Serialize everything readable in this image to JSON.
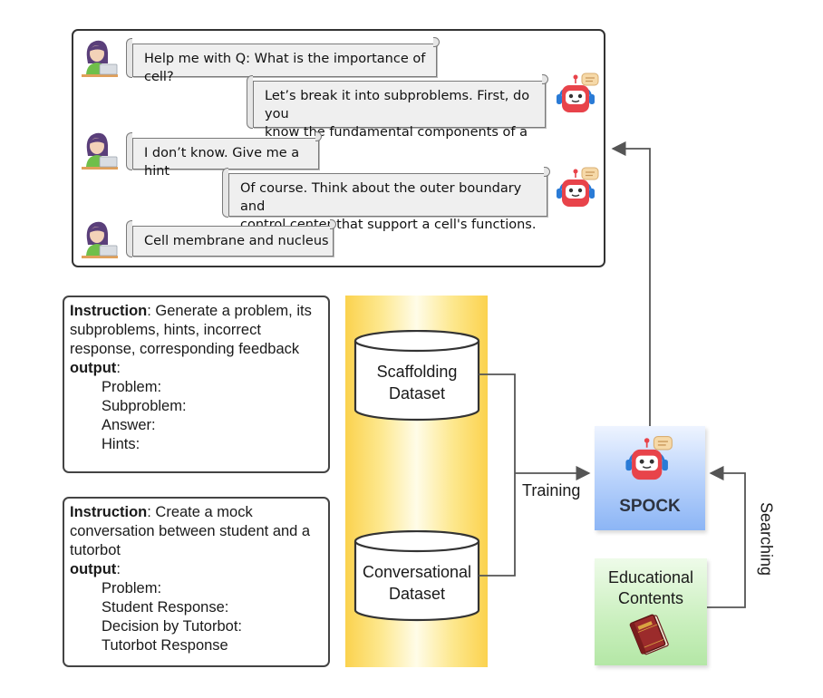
{
  "chat": {
    "messages": [
      {
        "speaker": "student",
        "text": "Help me with Q: What is the importance of cell?"
      },
      {
        "speaker": "tutorbot",
        "line1": "Let’s break it into subproblems. First, do you",
        "line2": "know the fundamental components of a cell?"
      },
      {
        "speaker": "student",
        "text": "I don’t know. Give me a hint"
      },
      {
        "speaker": "tutorbot",
        "line1": "Of course. Think about the outer boundary and",
        "line2": "control center that support a cell's functions."
      },
      {
        "speaker": "student",
        "text": "Cell membrane and nucleus"
      }
    ]
  },
  "instruction_scaffolding": {
    "instruction_key": "Instruction",
    "instruction_text": ": Generate a problem, its",
    "instruction_line2": "subproblems, hints, incorrect",
    "instruction_line3": "response, corresponding feedback",
    "output_key": "output",
    "output_colon": ":",
    "fields": [
      "Problem:",
      "Subproblem:",
      "Answer:",
      "Hints:"
    ]
  },
  "instruction_conversation": {
    "instruction_key": "Instruction",
    "instruction_text": ": Create a mock",
    "instruction_line2": "conversation between student and a",
    "instruction_line3": "tutorbot",
    "output_key": "output",
    "output_colon": ":",
    "fields": [
      "Problem:",
      "Student Response:",
      "Decision by Tutorbot:",
      "Tutorbot Response"
    ]
  },
  "datasets": {
    "scaffolding_line1": "Scaffolding",
    "scaffolding_line2": "Dataset",
    "conversational_line1": "Conversational",
    "conversational_line2": "Dataset"
  },
  "spock_label": "SPOCK",
  "educational_line1": "Educational",
  "educational_line2": "Contents",
  "training_label": "Training",
  "searching_label": "Searching",
  "colors": {
    "band": "#fbd24e",
    "spock_box": "#b5d0fb",
    "edu_box": "#c9efbd",
    "robot_red": "#e8434a",
    "book": "#9b2b2b"
  }
}
